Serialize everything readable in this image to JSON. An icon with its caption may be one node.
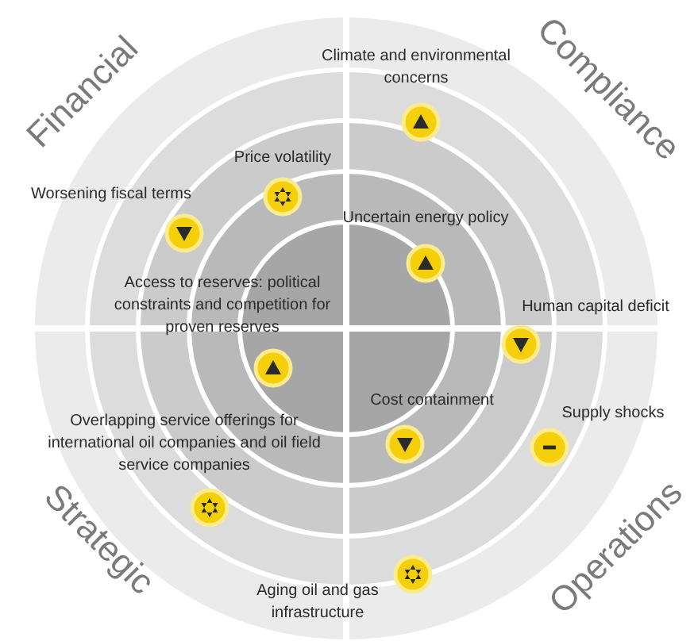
{
  "diagram": {
    "labels": [
      "Financial",
      "Compliance",
      "Climate and environmental concerns",
      "Price volatility",
      "Worsening fiscal terms",
      "Uncertain energy policy",
      "Access to reserves: political constraints and competition for proven reserves",
      "Human capital deficit",
      "Cost containment",
      "Supply shocks",
      "Overlapping service offerings for international oil companies and oil field service companies",
      "Strategic",
      "Aging oil and gas infrastructure",
      "Operations"
    ]
  }
}
